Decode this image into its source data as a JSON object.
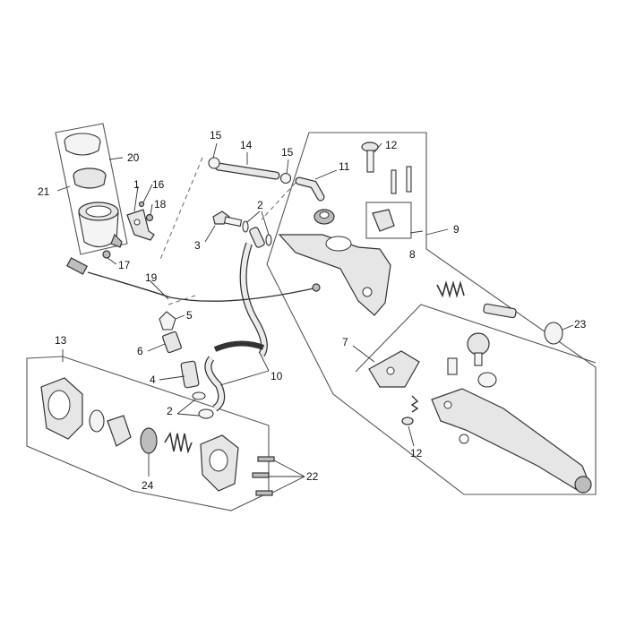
{
  "callouts": {
    "c1": "1",
    "c2a": "2",
    "c2b": "2",
    "c3": "3",
    "c4": "4",
    "c5": "5",
    "c6": "6",
    "c7": "7",
    "c8": "8",
    "c9": "9",
    "c10": "10",
    "c11": "11",
    "c12a": "12",
    "c12b": "12",
    "c13": "13",
    "c14": "14",
    "c15a": "15",
    "c15b": "15",
    "c16": "16",
    "c17": "17",
    "c18": "18",
    "c19": "19",
    "c20": "20",
    "c21": "21",
    "c22": "22",
    "c23": "23",
    "c24": "24"
  }
}
